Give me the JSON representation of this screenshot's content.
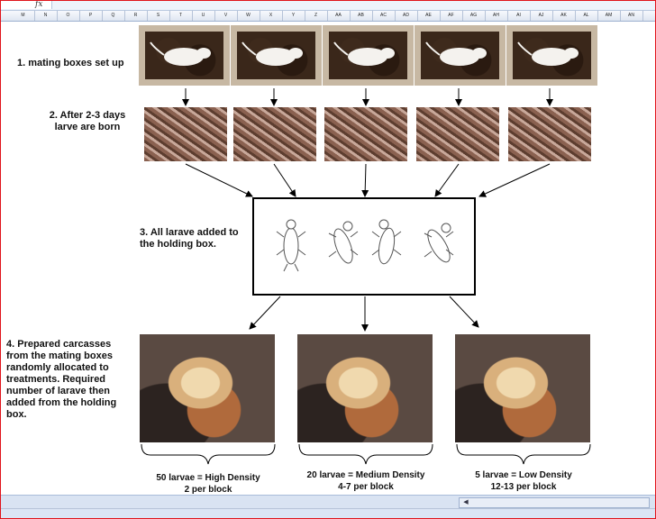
{
  "toolbar": {
    "fx_label": "fx"
  },
  "columns": [
    "M",
    "N",
    "O",
    "P",
    "Q",
    "R",
    "S",
    "T",
    "U",
    "V",
    "W",
    "X",
    "Y",
    "Z",
    "AA",
    "AB",
    "AC",
    "AD",
    "AE",
    "AF",
    "AG",
    "AH",
    "AI",
    "AJ",
    "AK",
    "AL",
    "AM",
    "AN"
  ],
  "steps": {
    "step1": "1. mating  boxes set up",
    "step2": "2. After  2-3 days  larve are born",
    "step3": "3. All  larave added to the holding  box.",
    "step4": "4. Prepared carcasses from the mating boxes randomly allocated to treatments. Required number of larave then added from the holding box."
  },
  "treatments": [
    {
      "line1": "50  larvae = High Density",
      "line2": "2 per block"
    },
    {
      "line1": "20  larvae = Medium  Density",
      "line2": "4-7 per block"
    },
    {
      "line1": "5  larvae = Low Density",
      "line2": "12-13 per block"
    }
  ],
  "colors": {
    "frame": "#e0141b",
    "arrow": "#000000"
  }
}
